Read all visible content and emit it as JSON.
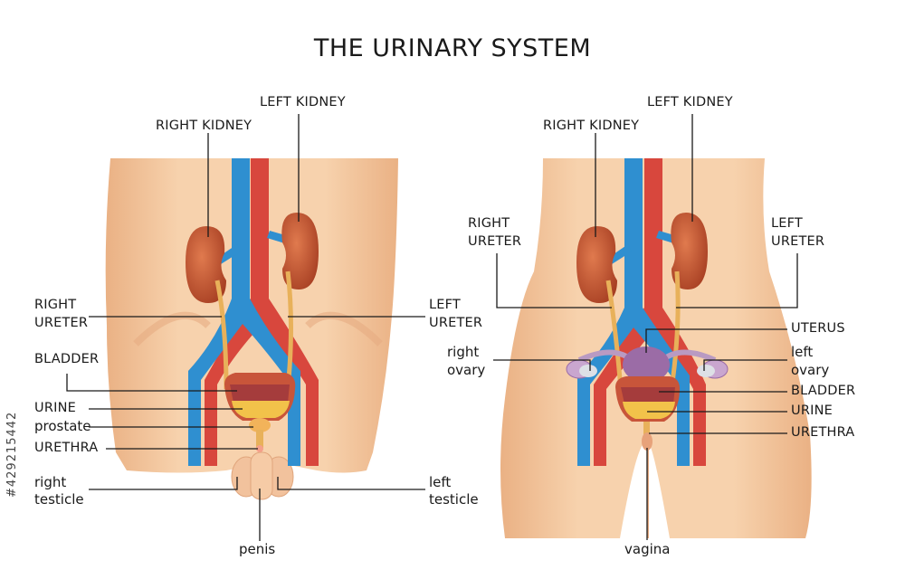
{
  "title": "THE URINARY SYSTEM",
  "watermark_id": "#429215442",
  "colors": {
    "skin": "#f5c89f",
    "skin_shadow": "#e9a97c",
    "vein": "#2f8fd0",
    "artery": "#d8473d",
    "kidney": "#c4532e",
    "ureter": "#e8b15a",
    "urine": "#f2c24a",
    "uterus": "#9b6ca6",
    "line": "#1a1a1a"
  },
  "male": {
    "left_kidney": "LEFT KIDNEY",
    "right_kidney": "RIGHT KIDNEY",
    "right_ureter_1": "RIGHT",
    "right_ureter_2": "URETER",
    "left_ureter_1": "LEFT",
    "left_ureter_2": "URETER",
    "bladder": "BLADDER",
    "urine": "URINE",
    "prostate": "prostate",
    "urethra": "URETHRA",
    "right_testicle_1": "right",
    "right_testicle_2": "testicle",
    "left_testicle_1": "left",
    "left_testicle_2": "testicle",
    "penis": "penis"
  },
  "female": {
    "left_kidney": "LEFT KIDNEY",
    "right_kidney": "RIGHT KIDNEY",
    "right_ureter_1": "RIGHT",
    "right_ureter_2": "URETER",
    "left_ureter_1": "LEFT",
    "left_ureter_2": "URETER",
    "uterus": "UTERUS",
    "right_ovary_1": "right",
    "right_ovary_2": "ovary",
    "left_ovary_1": "left",
    "left_ovary_2": "ovary",
    "bladder": "BLADDER",
    "urine": "URINE",
    "urethra": "URETHRA",
    "vagina": "vagina"
  }
}
